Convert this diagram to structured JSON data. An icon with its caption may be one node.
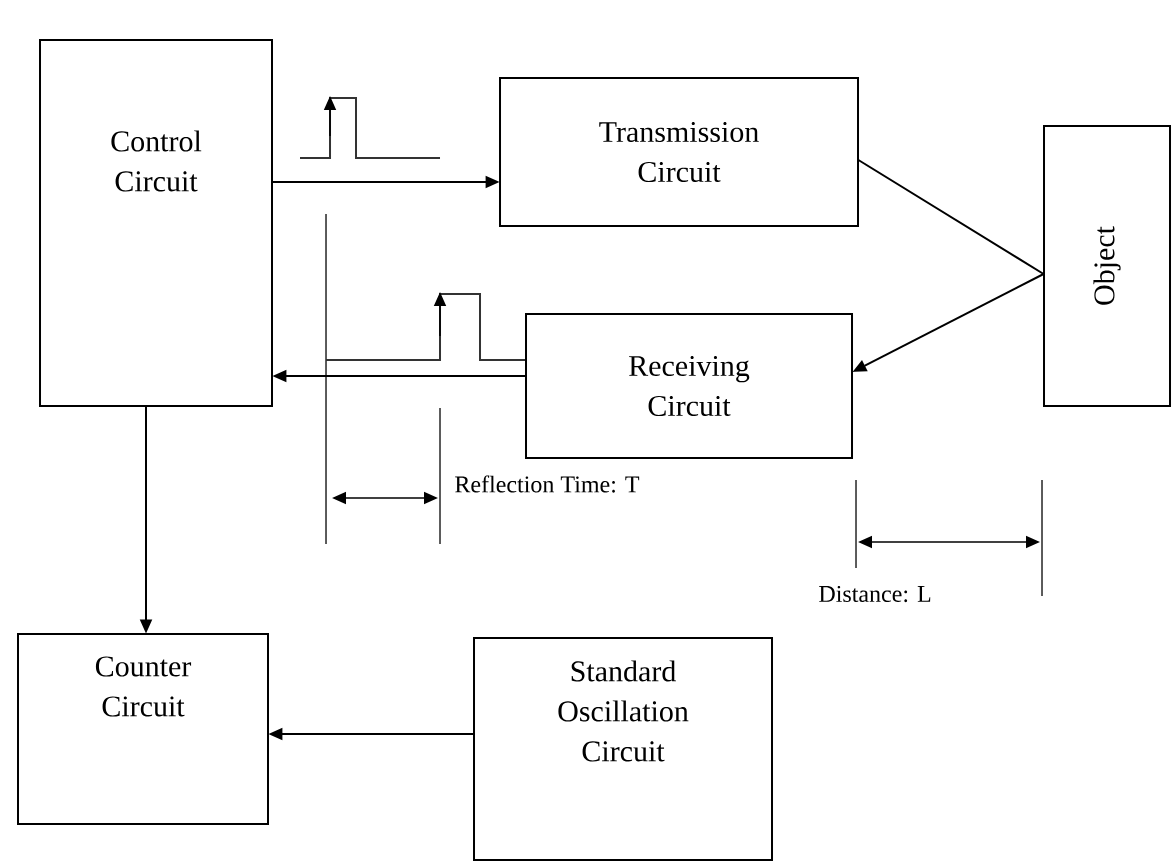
{
  "diagram": {
    "nodes": [
      {
        "text": [
          "Control Circuit"
        ]
      },
      {
        "text": [
          "Transmission Circuit"
        ]
      },
      {
        "text": [
          "Object"
        ]
      },
      {
        "text": [
          "Receiving Circuit"
        ]
      },
      {
        "text": [
          "Counter Circuit"
        ]
      },
      {
        "text": [
          "Standard Oscillation Circuit"
        ]
      }
    ],
    "edges": [
      {
        "from": 0,
        "to": 1,
        "arrow": "to"
      },
      {
        "from": 1,
        "to": 2,
        "arrow": "none"
      },
      {
        "from": 2,
        "to": 3,
        "arrow": "to"
      },
      {
        "from": 3,
        "to": 0,
        "arrow": "to"
      },
      {
        "from": 0,
        "to": 4,
        "arrow": "to"
      },
      {
        "from": 5,
        "to": 4,
        "arrow": "to"
      }
    ],
    "labels": [
      "Reflection Time: T",
      "Distance: L"
    ]
  }
}
